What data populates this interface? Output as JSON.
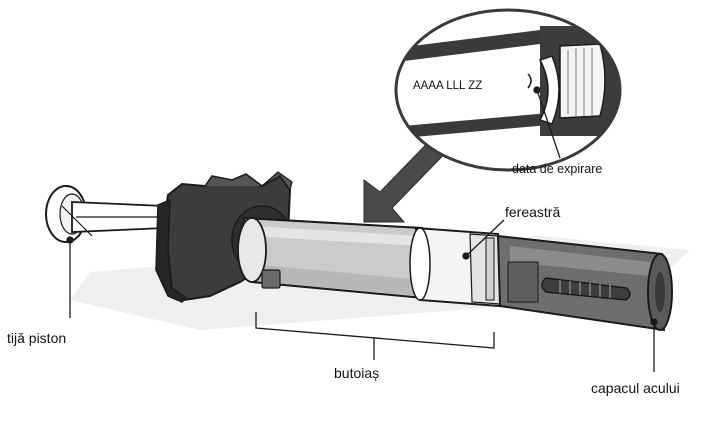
{
  "labels": {
    "expiry_date_format": "AAAA LLL ZZ",
    "expiry_date": "data de expirare",
    "window": "fereastră",
    "plunger_rod": "tijă piston",
    "barrel": "butoiaș",
    "needle_cap": "capacul acului"
  },
  "colors": {
    "outline": "#1a1a1a",
    "flange": "#3c3c3c",
    "flange_dark": "#262626",
    "barrel_fill": "#c9ccc9",
    "body_fill": "#f4f4f4",
    "cap_fill": "#6e6e6e",
    "shadow": "#ececec",
    "arrow": "#4a4a4a"
  }
}
